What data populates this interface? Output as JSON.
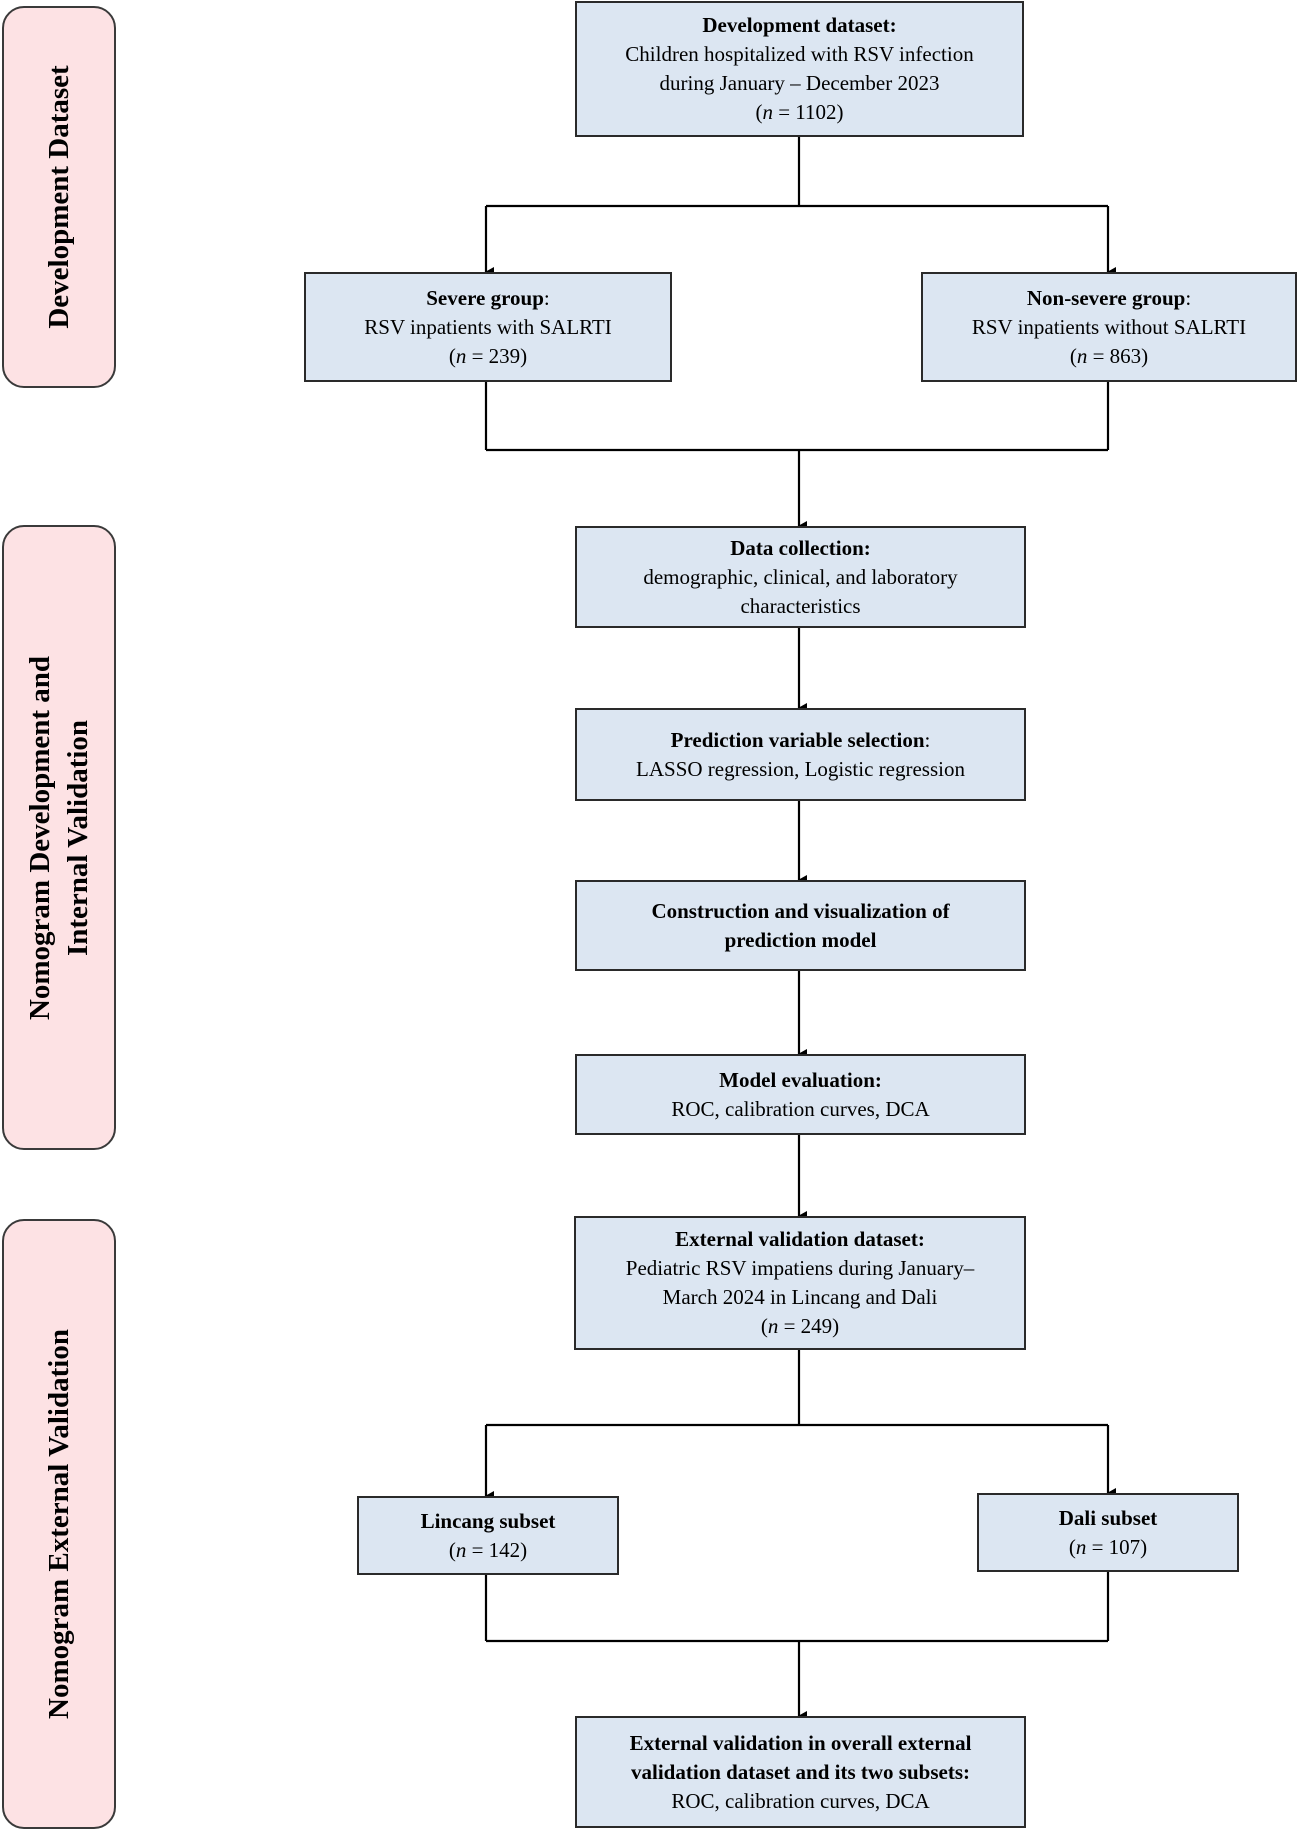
{
  "stages": [
    {
      "lines": [
        "Development Dataset"
      ]
    },
    {
      "lines": [
        "Nomogram Development and",
        "Internal Validation"
      ]
    },
    {
      "lines": [
        "Nomogram External Validation"
      ]
    }
  ],
  "boxes": {
    "dev": {
      "title": "Development dataset:",
      "line1": "Children hospitalized with RSV infection",
      "line2": "during January – December 2023",
      "n_prefix": "(",
      "n_var": "n",
      "n_rest": " = 1102)"
    },
    "severe": {
      "title": "Severe group",
      "colon": ":",
      "line1": "RSV inpatients with SALRTI",
      "n_prefix": "(",
      "n_var": "n",
      "n_rest": " = 239)"
    },
    "nonsevere": {
      "title": "Non-severe group",
      "colon": ":",
      "line1": "RSV inpatients without SALRTI",
      "n_prefix": "(",
      "n_var": "n",
      "n_rest": " = 863)"
    },
    "collect": {
      "title": "Data collection:",
      "line1": "demographic, clinical, and laboratory",
      "line2": "characteristics"
    },
    "select": {
      "title": "Prediction variable selection",
      "colon": ":",
      "line1": "LASSO regression, Logistic regression"
    },
    "construct": {
      "line1": "Construction and visualization of",
      "line2": "prediction model"
    },
    "evaluate": {
      "title": "Model evaluation:",
      "line1": "ROC, calibration curves, DCA"
    },
    "external": {
      "title": "External validation dataset:",
      "line1": "Pediatric RSV impatiens during January–",
      "line2": "March 2024 in Lincang and Dali",
      "n_prefix": "(",
      "n_var": "n",
      "n_rest": " = 249)"
    },
    "lincang": {
      "title": "Lincang subset",
      "n_prefix": "(",
      "n_var": "n",
      "n_rest": " = 142)"
    },
    "dali": {
      "title": "Dali subset",
      "n_prefix": "(",
      "n_var": "n",
      "n_rest": " = 107)"
    },
    "final": {
      "line1": "External validation in overall external",
      "line2": "validation dataset and its two subsets:",
      "line3": "ROC, calibration curves, DCA"
    }
  }
}
